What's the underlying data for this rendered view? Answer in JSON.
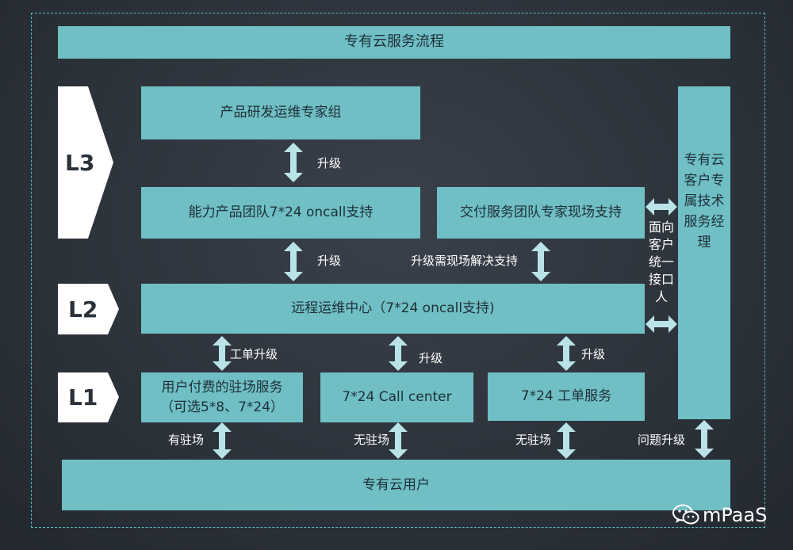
{
  "title": "专有云服务流程",
  "levels": {
    "l3": "L3",
    "l2": "L2",
    "l1": "L1"
  },
  "boxes": {
    "expert_group": "产品研发运维专家组",
    "capability_team": "能力产品团队7*24  oncall支持",
    "delivery_team": "交付服务团队专家现场支持",
    "remote_center": "远程运维中心（7*24  oncall支持)",
    "onsite_service_line1": "用户付费的驻场服务",
    "onsite_service_line2": "（可选5*8、7*24）",
    "call_center": "7*24 Call center",
    "ticket_service": "7*24 工单服务",
    "manager": "专有云\n客户专\n属技术\n服务经\n理",
    "users": "专有云用户"
  },
  "labels": {
    "upgrade_1": "升级",
    "upgrade_2": "升级",
    "onsite_upgrade": "升级需现场解决支持",
    "interface": "面向\n客户\n统一\n接口\n人",
    "ticket_upgrade": "工单升级",
    "upgrade_3": "升级",
    "upgrade_4": "升级",
    "has_onsite": "有驻场",
    "no_onsite_1": "无驻场",
    "no_onsite_2": "无驻场",
    "issue_upgrade": "问题升级"
  },
  "logo": {
    "text": "mPaaS",
    "icon": "wechat-icon"
  },
  "colors": {
    "box": "#6fbfc4",
    "arrow": "#b9e3e6",
    "level": "#ffffff",
    "border": "#5bb7bc"
  }
}
